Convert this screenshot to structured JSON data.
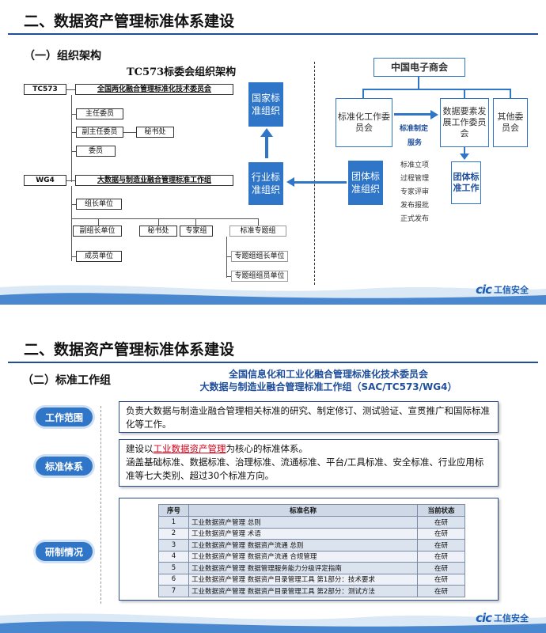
{
  "slide1": {
    "title": "二、数据资产管理标准体系建设",
    "subtitle": "（一）组织架构",
    "tc_title": "TC573标委会组织架构",
    "org": {
      "tc573": "TC573",
      "committee": "全国两化融合管理标准化技术委员会",
      "director": "主任委员",
      "vice_director": "副主任委员",
      "secretariat": "秘书处",
      "member": "委员",
      "wg4": "WG4",
      "wg4_group": "大数据与制造业融合管理标准工作组",
      "leader_unit": "组长单位",
      "vice_leader_unit": "副组长单位",
      "wg_secretariat": "秘书处",
      "expert_group": "专家组",
      "topic_group": "标准专题组",
      "member_unit": "成员单位",
      "topic_leader_unit": "专题组组长单位",
      "topic_member_unit": "专题组组员单位"
    },
    "right": {
      "national_std": "国家标准组织",
      "industry_std": "行业标准组织",
      "group_std": "团体标准组织",
      "cec": "中国电子商会",
      "std_committee": "标准化工作委员会",
      "data_factor": "数据要素发展工作委员会",
      "other": "其他委员会",
      "std_service_1": "标准制定",
      "std_service_2": "服务",
      "group_work": "团体标准工作",
      "steps": [
        "标准立项",
        "过程管理",
        "专家评审",
        "发布报批",
        "正式发布"
      ]
    },
    "logo_mark": "cic",
    "logo_text": "工信安全"
  },
  "slide2": {
    "title": "二、数据资产管理标准体系建设",
    "subtitle": "（二）标准工作组",
    "head_line1": "全国信息化和工业化融合管理标准化技术委员会",
    "head_line2": "大数据与制造业融合管理标准工作组（SAC/TC573/WG4）",
    "pill_scope": "工作范围",
    "pill_system": "标准体系",
    "pill_progress": "研制情况",
    "scope_text": "负责大数据与制造业融合管理相关标准的研究、制定修订、测试验证、宣贯推广和国际标准化等工作。",
    "system_pre": "建设以",
    "system_red": "工业数据资产管理",
    "system_post": "为核心的标准体系。",
    "system_line2": "涵盖基础标准、数据标准、治理标准、流通标准、平台/工具标准、安全标准、行业应用标准等七大类别、超过30个标准方向。",
    "table_headers": [
      "序号",
      "标准名称",
      "当前状态"
    ],
    "table_rows": [
      {
        "no": "1",
        "name": "工业数据资产管理 总则",
        "status": "在研"
      },
      {
        "no": "2",
        "name": "工业数据资产管理 术语",
        "status": "在研"
      },
      {
        "no": "3",
        "name": "工业数据资产管理 数据资产流通 总则",
        "status": "在研"
      },
      {
        "no": "4",
        "name": "工业数据资产管理 数据资产流通 合规管理",
        "status": "在研"
      },
      {
        "no": "5",
        "name": "工业数据资产管理 数据管理服务能力分级评定指南",
        "status": "在研"
      },
      {
        "no": "6",
        "name": "工业数据资产管理 数据资产目录管理工具 第1部分：技术要求",
        "status": "在研"
      },
      {
        "no": "7",
        "name": "工业数据资产管理 数据资产目录管理工具 第2部分：测试方法",
        "status": "在研"
      }
    ],
    "logo_mark": "cic",
    "logo_text": "工信安全"
  },
  "colors": {
    "accent": "#2f75c8",
    "title_blue": "#1f4e9a",
    "highlight_red": "#d0021b"
  }
}
